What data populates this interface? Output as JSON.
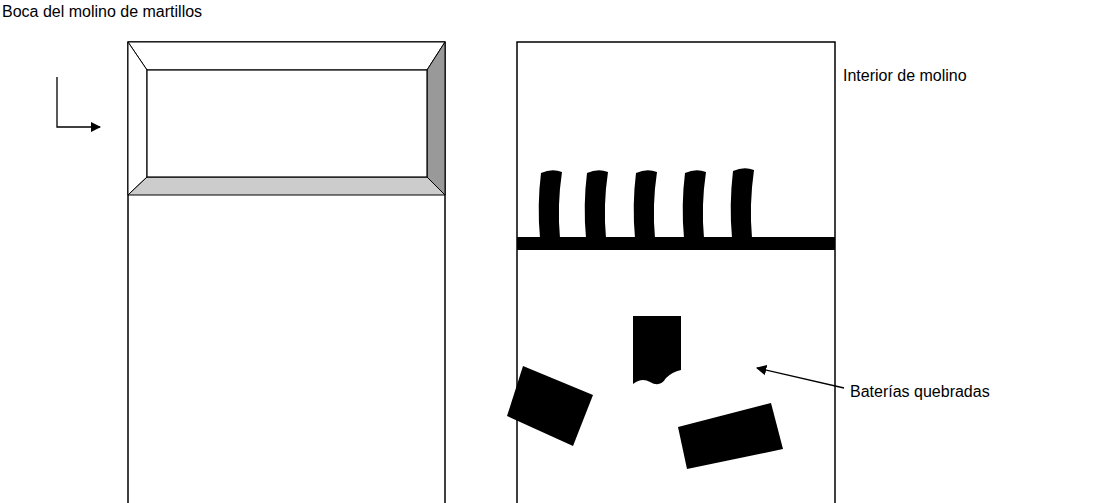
{
  "diagram": {
    "labels": [
      "Boca del molino de martillos",
      "Interior de molino",
      "Baterías quebradas"
    ]
  }
}
